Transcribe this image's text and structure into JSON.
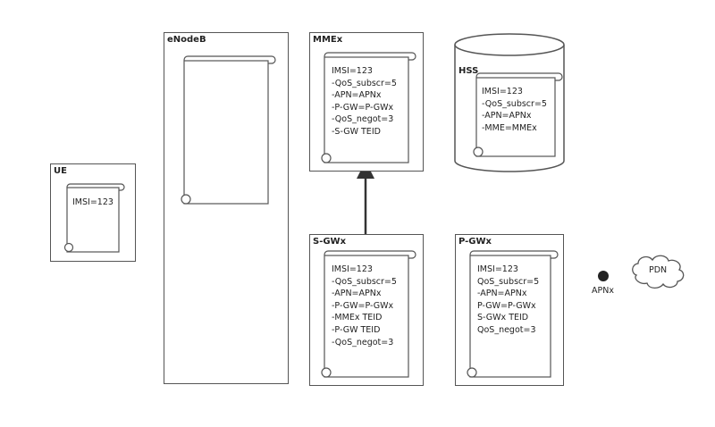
{
  "ue": {
    "label": "UE",
    "lines": [
      "IMSI=123"
    ]
  },
  "enodeb": {
    "label": "eNodeB",
    "lines": []
  },
  "mme": {
    "label": "MMEx",
    "lines": [
      "IMSI=123",
      "-QoS_subscr=5",
      "-APN=APNx",
      "-P-GW=P-GWx",
      "-QoS_negot=3",
      "-S-GW TEID"
    ]
  },
  "hss": {
    "label": "HSS",
    "lines": [
      "IMSI=123",
      "-QoS_subscr=5",
      "-APN=APNx",
      "-MME=MMEx"
    ]
  },
  "sgw": {
    "label": "S-GWx",
    "lines": [
      "IMSI=123",
      "-QoS_subscr=5",
      "-APN=APNx",
      "-P-GW=P-GWx",
      "-MMEx TEID",
      "-P-GW TEID",
      "-QoS_negot=3"
    ]
  },
  "pgw": {
    "label": "P-GWx",
    "lines": [
      "IMSI=123",
      "QoS_subscr=5",
      "-APN=APNx",
      "P-GW=P-GWx",
      "S-GWx TEID",
      "QoS_negot=3"
    ]
  },
  "apn": {
    "label": "APNx"
  },
  "pdn": {
    "label": "PDN"
  },
  "colors": {
    "stroke": "#555555",
    "text": "#222222",
    "arrow": "#333333"
  }
}
